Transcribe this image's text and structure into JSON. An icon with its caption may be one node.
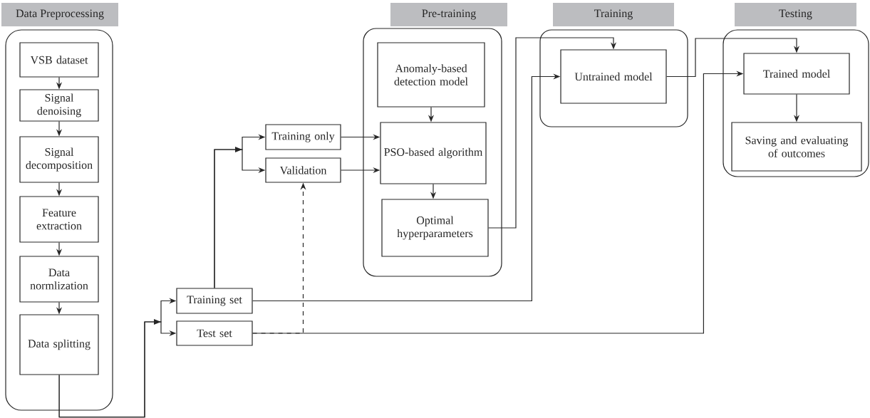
{
  "diagram": {
    "nodes": [
      {
        "text": [
          "Data Preprocessing"
        ]
      },
      {
        "text": [
          "VSB dataset"
        ],
        "in": 0
      },
      {
        "text": [
          "Signal denoising"
        ],
        "in": 0
      },
      {
        "text": [
          "Signal decomposition"
        ],
        "in": 0
      },
      {
        "text": [
          "Feature extraction"
        ],
        "in": 0
      },
      {
        "text": [
          "Data normlization"
        ],
        "in": 0
      },
      {
        "text": [
          "Data splitting"
        ],
        "in": 0
      },
      {
        "text": [
          "Training set"
        ]
      },
      {
        "text": [
          "Test set"
        ]
      },
      {
        "text": [
          "Training only"
        ]
      },
      {
        "text": [
          "Validation"
        ]
      },
      {
        "text": [
          "Pre-training"
        ]
      },
      {
        "text": [
          "Anomaly-based detection model"
        ],
        "in": 11
      },
      {
        "text": [
          "PSO-based algorithm"
        ],
        "in": 11
      },
      {
        "text": [
          "Optimal hyperparameters"
        ],
        "in": 11
      },
      {
        "text": [
          "Training"
        ]
      },
      {
        "text": [
          "Untrained model"
        ],
        "in": 15
      },
      {
        "text": [
          "Testing"
        ]
      },
      {
        "text": [
          "Trained model"
        ],
        "in": 17
      },
      {
        "text": [
          "Saving and evaluating of outcomes"
        ],
        "in": 17
      }
    ],
    "edges": [
      {
        "from": 1,
        "to": 2,
        "arrow": "to"
      },
      {
        "from": 2,
        "to": 3,
        "arrow": "to"
      },
      {
        "from": 3,
        "to": 4,
        "arrow": "to"
      },
      {
        "from": 4,
        "to": 5,
        "arrow": "to"
      },
      {
        "from": 5,
        "to": 6,
        "arrow": "to"
      },
      {
        "from": 6,
        "to": 7,
        "arrow": "to"
      },
      {
        "from": 6,
        "to": 8,
        "arrow": "to"
      },
      {
        "from": 7,
        "to": 9,
        "arrow": "to"
      },
      {
        "from": 7,
        "to": 10,
        "arrow": "to"
      },
      {
        "from": 9,
        "to": 13,
        "arrow": "to"
      },
      {
        "from": 10,
        "to": 13,
        "arrow": "to"
      },
      {
        "from": 12,
        "to": 13,
        "arrow": "to"
      },
      {
        "from": 13,
        "to": 14,
        "arrow": "to"
      },
      {
        "from": 14,
        "to": 16,
        "arrow": "to"
      },
      {
        "from": 7,
        "to": 16,
        "arrow": "to"
      },
      {
        "from": 16,
        "to": 18,
        "arrow": "to"
      },
      {
        "from": 8,
        "to": 18,
        "arrow": "to"
      },
      {
        "from": 18,
        "to": 19,
        "arrow": "to"
      },
      {
        "from": 8,
        "to": 10,
        "arrow": "to",
        "style": "dashed"
      }
    ]
  }
}
